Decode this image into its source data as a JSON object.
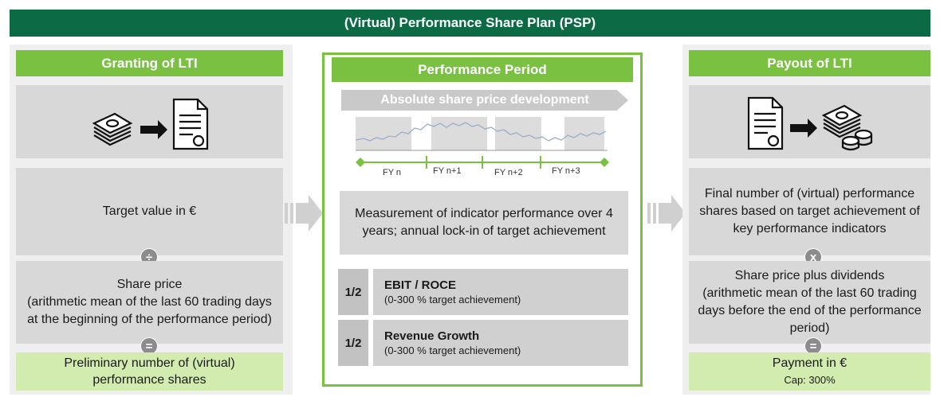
{
  "header": {
    "title": "(Virtual) Performance Share Plan (PSP)"
  },
  "left": {
    "title": "Granting of LTI",
    "target_value": "Target value in €",
    "operator_1": "÷",
    "share_price": "Share price\n(arithmetic mean of the last 60 trading days at the beginning of the performance period)",
    "operator_2": "=",
    "result": "Preliminary number of (virtual) performance shares"
  },
  "middle": {
    "title": "Performance Period",
    "banner": "Absolute share price development",
    "fiscal_years": [
      "FY n",
      "FY n+1",
      "FY n+2",
      "FY n+3"
    ],
    "measurement": "Measurement of indicator performance over 4 years; annual lock-in of target achievement",
    "kpis": [
      {
        "weight": "1/2",
        "name": "EBIT / ROCE",
        "range": "(0-300 % target achievement)"
      },
      {
        "weight": "1/2",
        "name": "Revenue Growth",
        "range": "(0-300 % target achievement)"
      }
    ]
  },
  "right": {
    "title": "Payout of LTI",
    "final_number": "Final number of (virtual) performance shares based on target achievement of key performance indicators",
    "operator_1": "x",
    "share_price": "Share price plus dividends\n(arithmetic mean of the last 60 trading days before the end of the performance period)",
    "operator_2": "=",
    "payment": "Payment in €",
    "cap": "Cap: 300%"
  },
  "colors": {
    "dark_green": "#0c6a45",
    "light_green": "#7ac142",
    "pale_green": "#d2ecb0",
    "gray": "#d8d8d8"
  }
}
